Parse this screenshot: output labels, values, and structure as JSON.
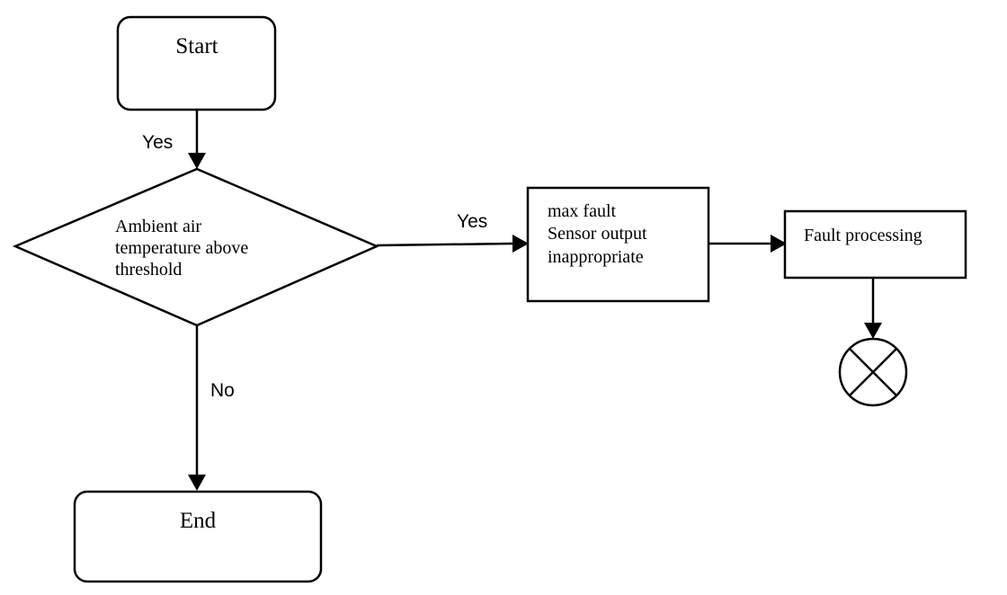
{
  "nodes": {
    "start": {
      "label": "Start"
    },
    "decision": {
      "lines": [
        "Ambient air",
        "temperature above",
        "threshold"
      ]
    },
    "fault_box": {
      "lines": [
        "max fault",
        "Sensor output",
        "inappropriate"
      ]
    },
    "fault_processing": {
      "label": "Fault processing"
    },
    "end": {
      "label": "End"
    }
  },
  "edges": {
    "start_to_decision": {
      "label": "Yes"
    },
    "decision_to_fault": {
      "label": "Yes"
    },
    "decision_to_end": {
      "label": "No"
    }
  },
  "terminator_icon": "x-circle-icon"
}
